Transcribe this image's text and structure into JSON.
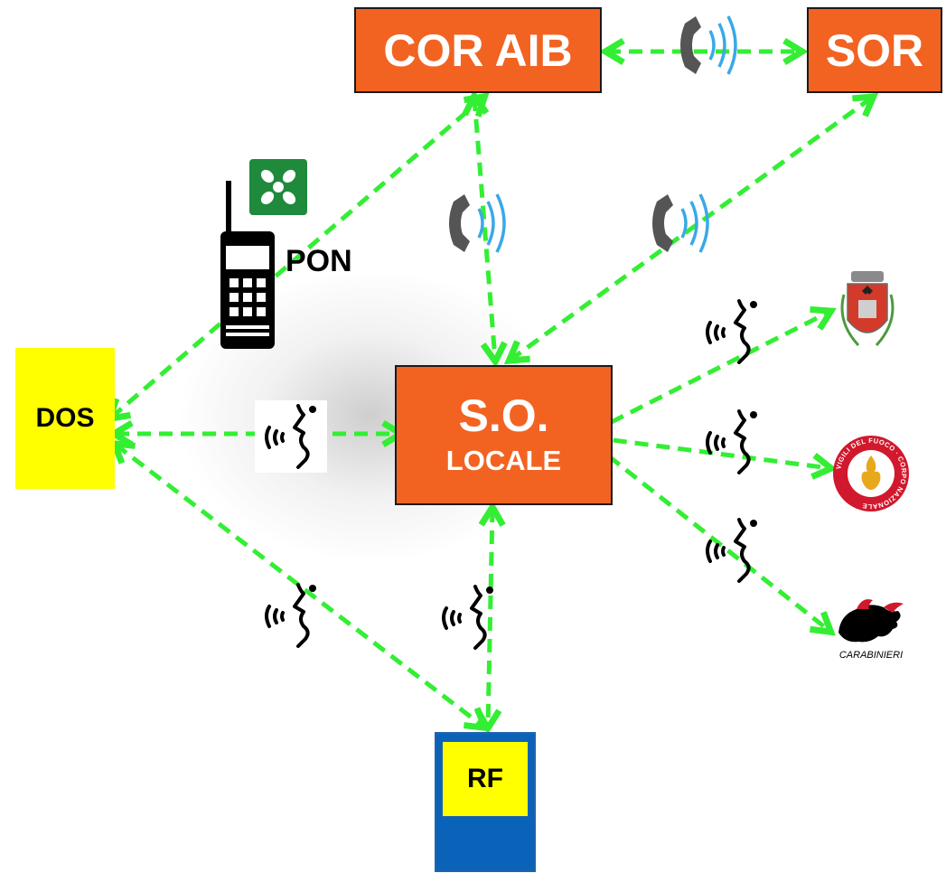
{
  "nodes": {
    "cor_aib": "COR AIB",
    "sor": "SOR",
    "so_locale_line1": "S.O.",
    "so_locale_line2": "LOCALE",
    "dos": "DOS",
    "rf": "RF",
    "pon": "PON"
  },
  "logos": {
    "vigili_del_fuoco": "VIGILI DEL FUOCO · CORPO NAZIONALE",
    "carabinieri": "CARABINIERI"
  },
  "colors": {
    "node_orange": "#f26322",
    "arrow_green": "#33ee33",
    "dos_yellow": "#ffff00",
    "rf_blue": "#0a63b8"
  },
  "icons": [
    "phone-icon",
    "voice-icon",
    "radio-icon",
    "lombardia-logo",
    "municipality-crest",
    "firefighters-logo",
    "carabinieri-logo"
  ]
}
